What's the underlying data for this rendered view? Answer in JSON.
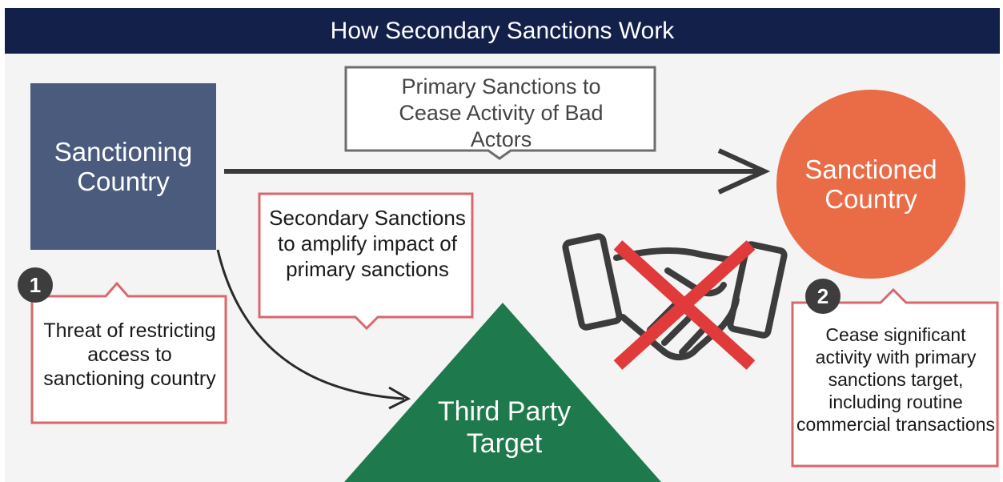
{
  "header": {
    "title": "How Secondary Sanctions Work"
  },
  "nodes": {
    "sanctioning_country": "Sanctioning Country",
    "sanctioned_country": "Sanctioned Country",
    "third_party_target": "Third Party Target"
  },
  "callouts": {
    "primary": "Primary Sanctions to Cease Activity of Bad Actors",
    "secondary": "Secondary Sanctions to amplify impact of primary sanctions",
    "threat": "Threat of restricting access to sanctioning country",
    "cease": "Cease significant activity with primary sanctions target, including routine commercial transactions"
  },
  "badges": {
    "one": "1",
    "two": "2"
  },
  "colors": {
    "header_bg": "#13204a",
    "sanctioning_box": "#4a5b7d",
    "sanctioned_circle": "#e96c47",
    "third_party_triangle": "#1e7a4c",
    "callout_red": "#d9676c",
    "callout_gray": "#6d6d6d",
    "cross": "#e03a3a"
  },
  "icons": {
    "handshake": "handshake-icon",
    "cross": "cross-out-icon"
  }
}
